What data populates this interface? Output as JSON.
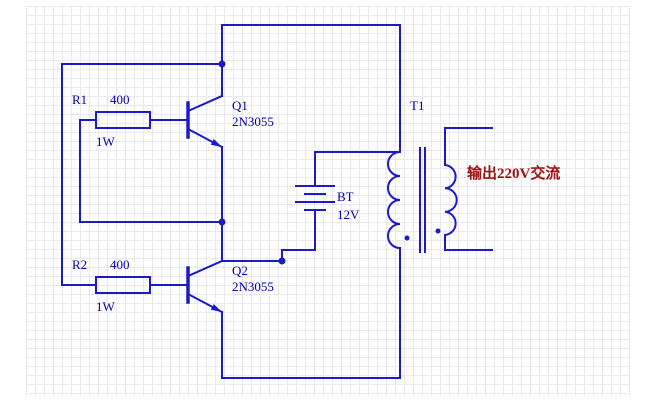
{
  "colors": {
    "wire": "#1a1ac8",
    "text": "#0000b4",
    "output": "#a01212",
    "grid": "#ece6ef",
    "sheet_bg": "#ffffff"
  },
  "components": {
    "r1": {
      "designator": "R1",
      "value": "400",
      "power": "1W"
    },
    "r2": {
      "designator": "R2",
      "value": "400",
      "power": "1W"
    },
    "q1": {
      "designator": "Q1",
      "part": "2N3055"
    },
    "q2": {
      "designator": "Q2",
      "part": "2N3055"
    },
    "bt": {
      "designator": "BT",
      "value": "12V"
    },
    "t1": {
      "designator": "T1"
    }
  },
  "annotations": {
    "output": "输出220V交流"
  }
}
